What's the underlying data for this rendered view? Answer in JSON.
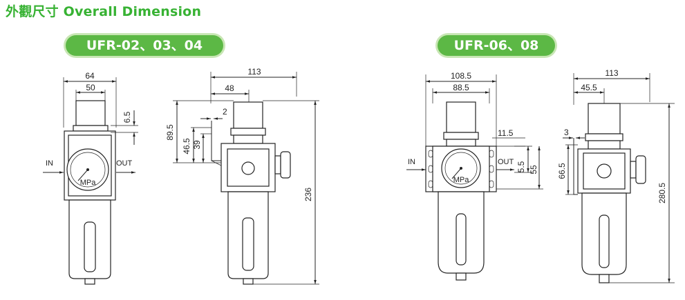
{
  "title": "外觀尺寸 Overall Dimension",
  "badges": {
    "left": "UFR-02、03、04",
    "right": "UFR-06、08"
  },
  "colors": {
    "title": "#37b233",
    "badge_fill": "#5cb845",
    "badge_rim": "#c8e6b4"
  },
  "left_front": {
    "dim_64": "64",
    "dim_50": "50",
    "dim_6_5": "6.5",
    "in_label": "IN",
    "out_label": "OUT",
    "gauge_unit": "MPa"
  },
  "left_side": {
    "dim_113": "113",
    "dim_48": "48",
    "dim_2": "2",
    "dim_89_5": "89.5",
    "dim_46_5": "46.5",
    "dim_39": "39",
    "dim_236": "236"
  },
  "right_front": {
    "dim_108_5": "108.5",
    "dim_88_5": "88.5",
    "dim_11_5": "11.5",
    "dim_5_5": "5.5",
    "dim_55": "55",
    "in_label": "IN",
    "out_label": "OUT",
    "gauge_unit": "MPa"
  },
  "right_side": {
    "dim_113": "113",
    "dim_45_5": "45.5",
    "dim_3": "3",
    "dim_66_5": "66.5",
    "dim_280_5": "280.5"
  }
}
